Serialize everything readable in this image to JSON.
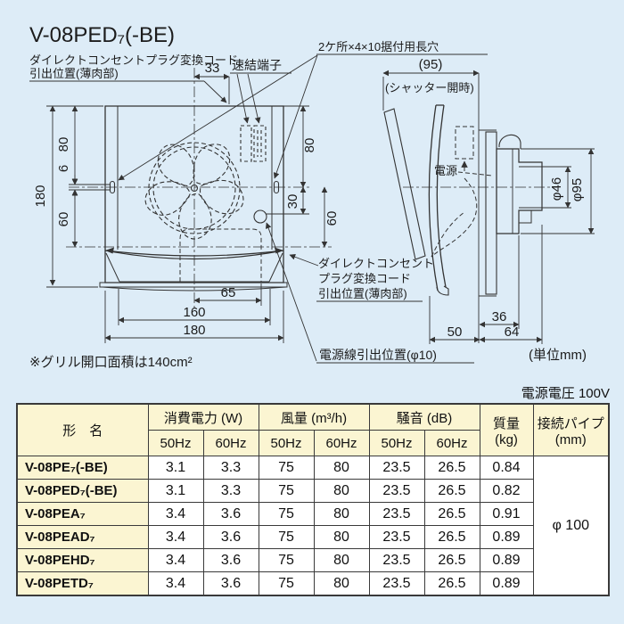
{
  "title": "V-08PED₇(-BE)",
  "colors": {
    "background": "#ddecf7",
    "table_header": "#fbf5d2",
    "line": "#333333"
  },
  "diagram": {
    "labels": {
      "cord_top_1": "ダイレクトコンセントプラグ変換コード",
      "cord_top_2": "引出位置(薄肉部)",
      "terminal": "速結端子",
      "slot": "2ケ所×4×10据付用長穴",
      "shutter_open": "(シャッター開時)",
      "power": "電源",
      "cord_side_1": "ダイレクトコンセント",
      "cord_side_2": "プラグ変換コード",
      "cord_side_3": "引出位置(薄肉部)",
      "power_line": "電源線引出位置(φ10)",
      "grill_note": "※グリル開口面積は140cm²",
      "unit": "(単位mm)"
    },
    "dims": {
      "d33": "33",
      "d180L": "180",
      "d80L": "80",
      "d6": "6",
      "d60L": "60",
      "d80R": "80",
      "d30R": "30",
      "d60R": "60",
      "d65": "65",
      "d160": "160",
      "d180B": "180",
      "d95s": "(95)",
      "d46": "φ46",
      "d95": "φ95",
      "d50": "50",
      "d36": "36",
      "d64": "64"
    }
  },
  "table": {
    "voltage_note": "電源電圧 100V",
    "headers": {
      "model": "形　名",
      "power": "消費電力 (W)",
      "airflow": "風量 (m³/h)",
      "noise": "騒音 (dB)",
      "weight_1": "質量",
      "weight_2": "(kg)",
      "pipe_1": "接続パイプ",
      "pipe_2": "(mm)",
      "hz50": "50Hz",
      "hz60": "60Hz"
    },
    "rows": [
      {
        "model": "V-08PE₇(-BE)",
        "p50": "3.1",
        "p60": "3.3",
        "a50": "75",
        "a60": "80",
        "n50": "23.5",
        "n60": "26.5",
        "w": "0.84"
      },
      {
        "model": "V-08PED₇(-BE)",
        "p50": "3.1",
        "p60": "3.3",
        "a50": "75",
        "a60": "80",
        "n50": "23.5",
        "n60": "26.5",
        "w": "0.82"
      },
      {
        "model": "V-08PEA₇",
        "p50": "3.4",
        "p60": "3.6",
        "a50": "75",
        "a60": "80",
        "n50": "23.5",
        "n60": "26.5",
        "w": "0.91"
      },
      {
        "model": "V-08PEAD₇",
        "p50": "3.4",
        "p60": "3.6",
        "a50": "75",
        "a60": "80",
        "n50": "23.5",
        "n60": "26.5",
        "w": "0.89"
      },
      {
        "model": "V-08PEHD₇",
        "p50": "3.4",
        "p60": "3.6",
        "a50": "75",
        "a60": "80",
        "n50": "23.5",
        "n60": "26.5",
        "w": "0.89"
      },
      {
        "model": "V-08PETD₇",
        "p50": "3.4",
        "p60": "3.6",
        "a50": "75",
        "a60": "80",
        "n50": "23.5",
        "n60": "26.5",
        "w": "0.89"
      }
    ],
    "pipe_value": "φ 100"
  }
}
